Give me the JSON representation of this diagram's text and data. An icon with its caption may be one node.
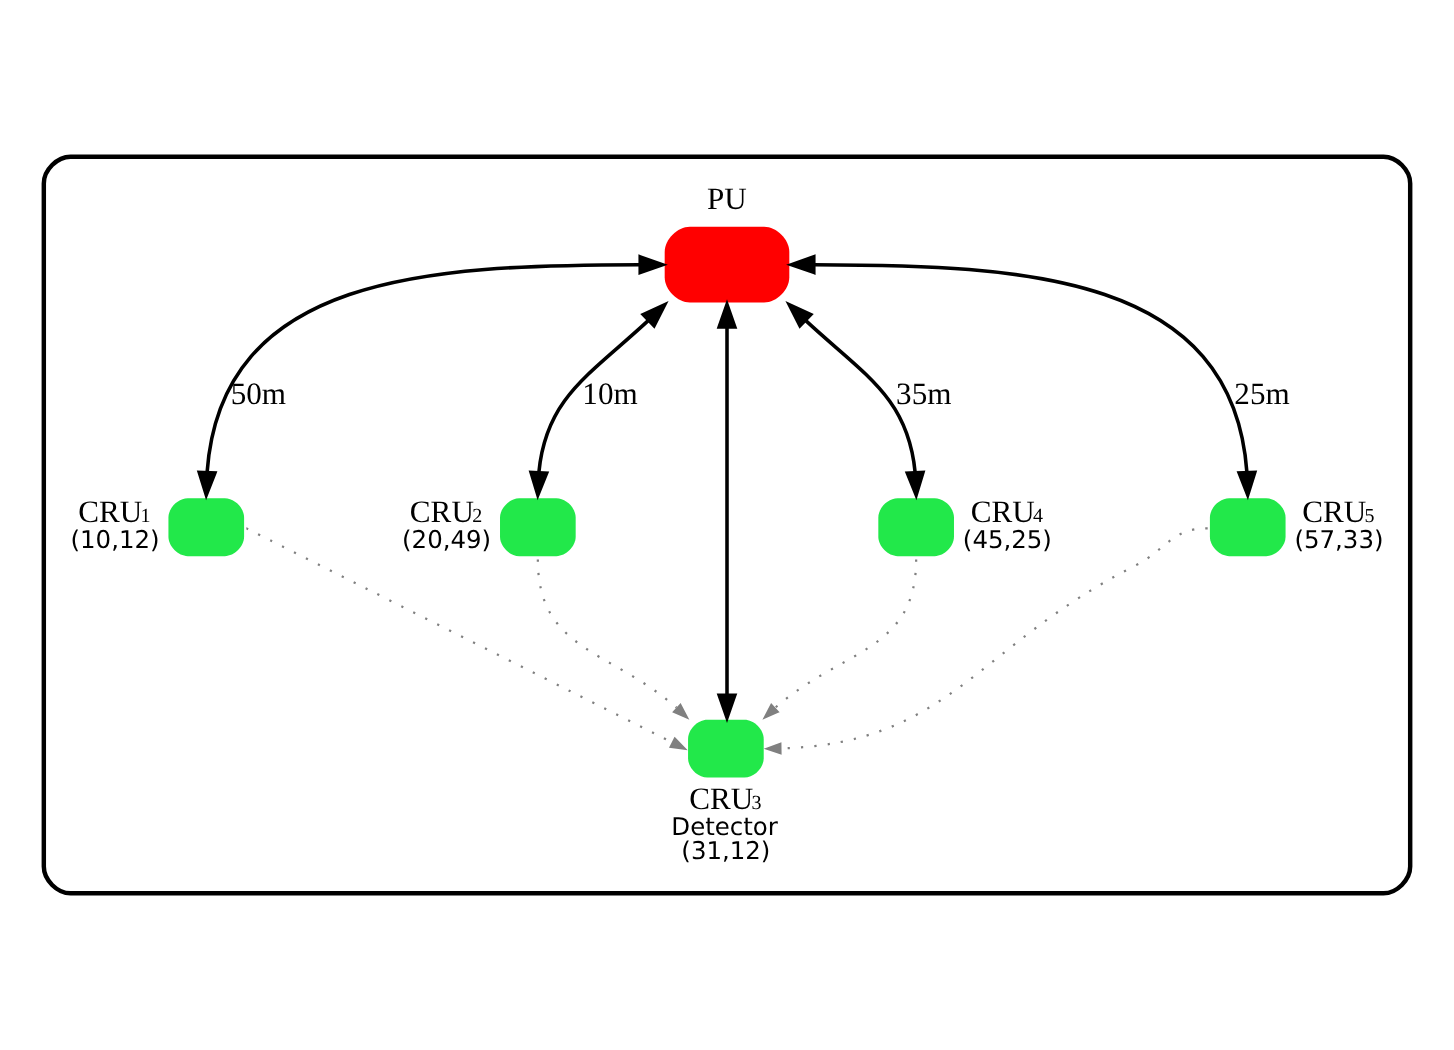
{
  "diagram": {
    "nodes": [
      {
        "text": [],
        "shape": "ellipse"
      },
      {
        "text": [
          "PU"
        ],
        "in": 0
      },
      {
        "text": [
          "CRU$_{1}$"
        ],
        "beside": [
          "(10,12)"
        ],
        "in": 0
      },
      {
        "text": [
          "CRU$_{2}$"
        ],
        "beside": [
          "(20,49)"
        ],
        "in": 0
      },
      {
        "text": [
          "CRU$_{3}$"
        ],
        "beside": [
          "Detector",
          "(31,12)"
        ],
        "in": 0
      },
      {
        "text": [
          "CRU$_{4}$"
        ],
        "beside": [
          "(45,25)"
        ],
        "in": 0
      },
      {
        "text": [
          "CRU$_{5}$"
        ],
        "beside": [
          "(57,33)"
        ],
        "in": 0
      }
    ],
    "edges": [
      {
        "from": 1,
        "to": 2,
        "arrow": "both",
        "label": "50m"
      },
      {
        "from": 1,
        "to": 3,
        "arrow": "both",
        "label": "10m"
      },
      {
        "from": 1,
        "to": 4,
        "arrow": "both"
      },
      {
        "from": 1,
        "to": 5,
        "arrow": "both",
        "label": "35m"
      },
      {
        "from": 1,
        "to": 6,
        "arrow": "both",
        "label": "25m"
      },
      {
        "from": 2,
        "to": 4,
        "arrow": "to",
        "style": "dashed",
        "color": "#808080"
      },
      {
        "from": 3,
        "to": 4,
        "arrow": "to",
        "style": "dashed",
        "color": "#808080"
      },
      {
        "from": 6,
        "to": 4,
        "arrow": "to",
        "style": "dashed",
        "color": "#808080"
      },
      {
        "from": 5,
        "to": 4,
        "arrow": "to",
        "style": "dashed",
        "color": "#808080"
      }
    ]
  }
}
